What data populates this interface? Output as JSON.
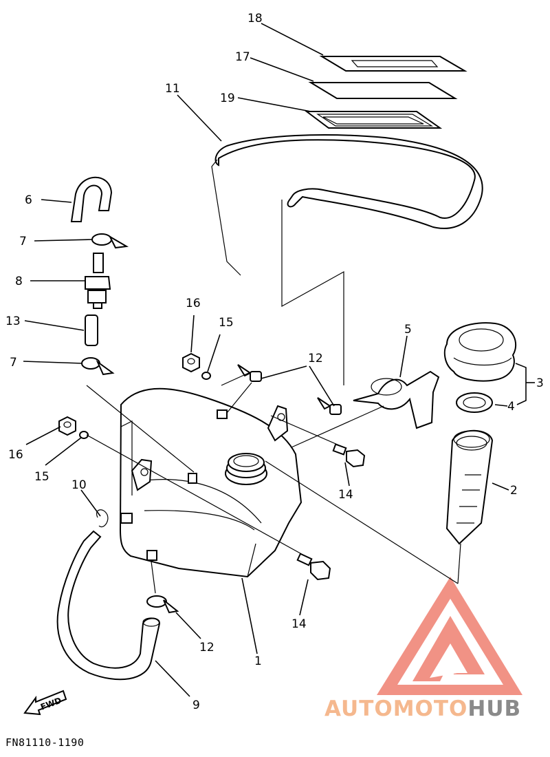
{
  "diagram": {
    "callouts": [
      {
        "id": "c18",
        "text": "18"
      },
      {
        "id": "c17",
        "text": "17"
      },
      {
        "id": "c19",
        "text": "19"
      },
      {
        "id": "c11",
        "text": "11"
      },
      {
        "id": "c6",
        "text": "6"
      },
      {
        "id": "c7a",
        "text": "7"
      },
      {
        "id": "c8",
        "text": "8"
      },
      {
        "id": "c13",
        "text": "13"
      },
      {
        "id": "c7b",
        "text": "7"
      },
      {
        "id": "c16a",
        "text": "16"
      },
      {
        "id": "c15a",
        "text": "15"
      },
      {
        "id": "c12a",
        "text": "12"
      },
      {
        "id": "c5",
        "text": "5"
      },
      {
        "id": "c3",
        "text": "3"
      },
      {
        "id": "c4",
        "text": "4"
      },
      {
        "id": "c2",
        "text": "2"
      },
      {
        "id": "c16b",
        "text": "16"
      },
      {
        "id": "c15b",
        "text": "15"
      },
      {
        "id": "c10",
        "text": "10"
      },
      {
        "id": "c14a",
        "text": "14"
      },
      {
        "id": "c14b",
        "text": "14"
      },
      {
        "id": "c12b",
        "text": "12"
      },
      {
        "id": "c1",
        "text": "1"
      },
      {
        "id": "c9",
        "text": "9"
      }
    ],
    "fwd_label": "FWD",
    "code": "FN81110-1190"
  },
  "watermark": {
    "part1": "AUTOMOTO",
    "part2": "HUB",
    "colors": {
      "logo": "#e8614f",
      "text1": "#f5b88e",
      "text2": "#8a8a8a"
    }
  }
}
